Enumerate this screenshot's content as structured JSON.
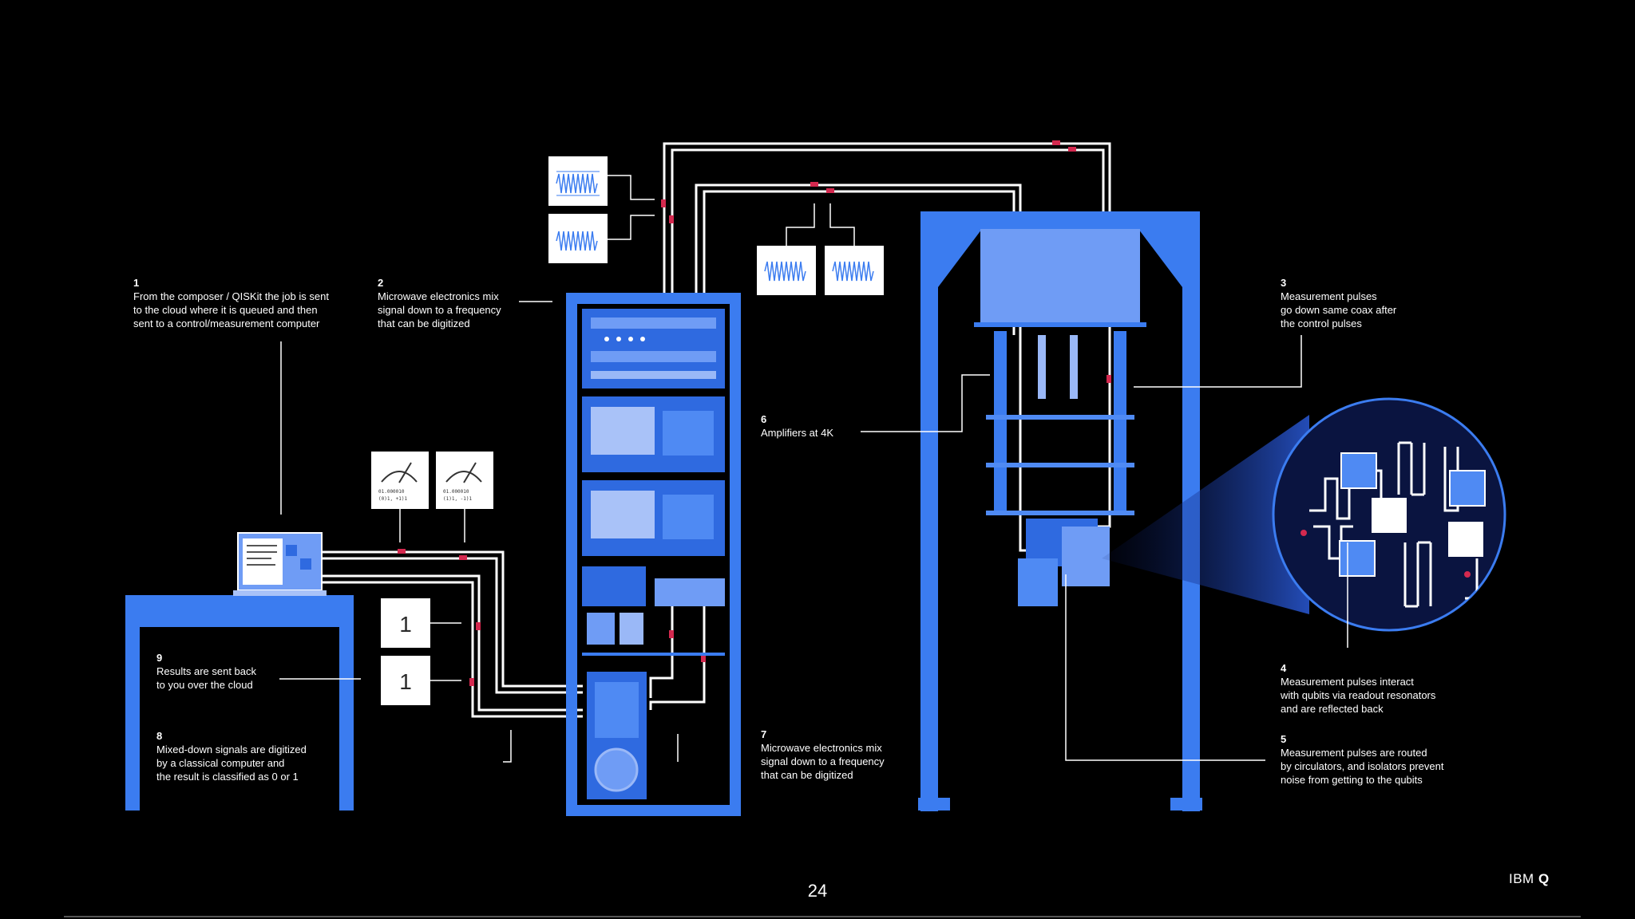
{
  "steps": [
    {
      "num": "1",
      "text": "From the composer / QISKit the job is sent\nto the cloud where it is queued and then\nsent to a control/measurement computer"
    },
    {
      "num": "2",
      "text": "Microwave electronics mix\nsignal down to a frequency\nthat can be digitized"
    },
    {
      "num": "3",
      "text": "Measurement pulses\ngo down same coax after\nthe control pulses"
    },
    {
      "num": "4",
      "text": "Measurement pulses interact\nwith qubits via readout resonators\nand are reflected back"
    },
    {
      "num": "5",
      "text": "Measurement pulses are routed\nby circulators, and isolators prevent\nnoise from getting to the qubits"
    },
    {
      "num": "6",
      "text": "Amplifiers at 4K"
    },
    {
      "num": "7",
      "text": "Microwave electronics mix\nsignal down to a frequency\nthat can be digitized"
    },
    {
      "num": "8",
      "text": "Mixed-down signals are digitized\nby a classical computer and\nthe result is classified as 0 or 1"
    },
    {
      "num": "9",
      "text": "Results are sent back\nto you over the cloud"
    }
  ],
  "result_cards": [
    "1",
    "1"
  ],
  "page_number": "24",
  "brand": {
    "prefix": "IBM",
    "suffix": "Q"
  },
  "colors": {
    "background": "#000000",
    "equipment_blue": "#3b7cf0",
    "cable": "#ffffff",
    "connector": "#d4294f"
  }
}
